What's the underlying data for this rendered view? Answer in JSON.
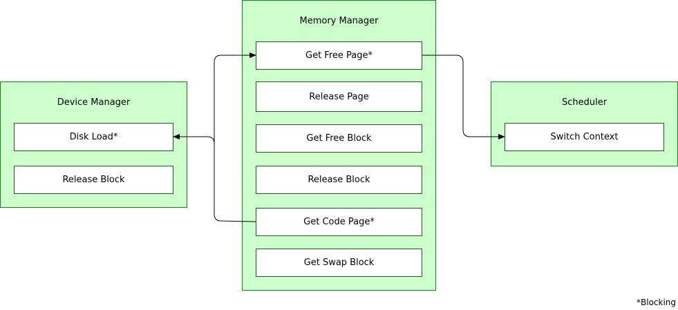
{
  "device_manager": {
    "title": "Device Manager",
    "items": [
      "Disk Load*",
      "Release Block"
    ]
  },
  "memory_manager": {
    "title": "Memory Manager",
    "items": [
      "Get Free Page*",
      "Release Page",
      "Get Free Block",
      "Release Block",
      "Get Code Page*",
      "Get Swap Block"
    ]
  },
  "scheduler": {
    "title": "Scheduler",
    "items": [
      "Switch Context"
    ]
  },
  "note": "*Blocking",
  "colors": {
    "container_fill": "#ccffcc",
    "container_border": "#0d8a0d",
    "box_fill": "#ffffff",
    "connector": "#000000"
  }
}
